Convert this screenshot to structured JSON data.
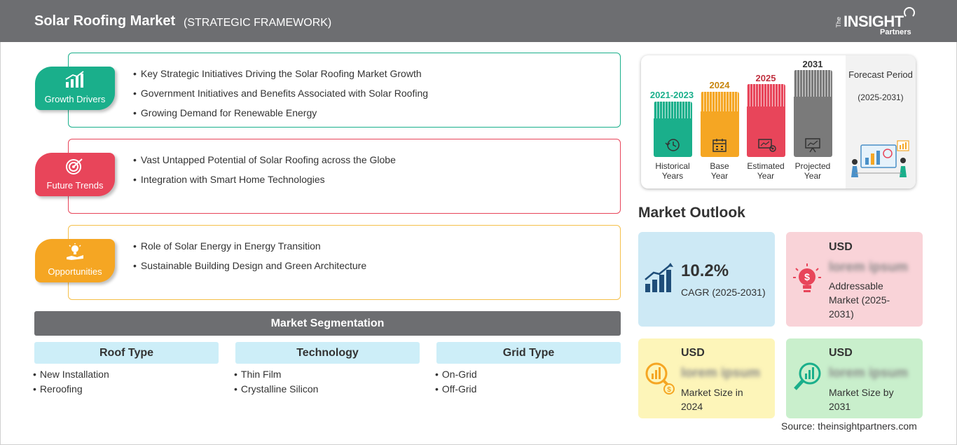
{
  "header": {
    "title": "Solar Roofing Market",
    "subtitle": "(STRATEGIC FRAMEWORK)",
    "logo": {
      "the": "The",
      "insight": "INSIGHT",
      "partners": "Partners"
    }
  },
  "drivers": {
    "growth": {
      "label": "Growth Drivers",
      "color": "#1aaf8b",
      "items": [
        "Key Strategic Initiatives Driving the Solar Roofing Market Growth",
        "Government Initiatives and Benefits Associated with Solar Roofing",
        "Growing Demand for Renewable Energy"
      ]
    },
    "trends": {
      "label": "Future Trends",
      "color": "#e8455a",
      "items": [
        "Vast Untapped Potential of Solar Roofing across the Globe",
        "Integration with Smart Home Technologies"
      ]
    },
    "opportunities": {
      "label": "Opportunities",
      "color": "#f5a623",
      "items": [
        "Role of Solar Energy in Energy Transition",
        "Sustainable Building Design and Green Architecture"
      ]
    }
  },
  "segmentation": {
    "title": "Market Segmentation",
    "columns": [
      {
        "heading": "Roof Type",
        "items": [
          "New Installation",
          "Reroofing"
        ]
      },
      {
        "heading": "Technology",
        "items": [
          "Thin Film",
          "Crystalline Silicon"
        ]
      },
      {
        "heading": "Grid Type",
        "items": [
          "On-Grid",
          "Off-Grid"
        ]
      }
    ]
  },
  "timeline": {
    "periods": [
      {
        "year": "2021-2023",
        "label1": "Historical",
        "label2": "Years",
        "color": "#1aaf8b"
      },
      {
        "year": "2024",
        "label1": "Base",
        "label2": "Year",
        "color": "#f5a623"
      },
      {
        "year": "2025",
        "label1": "Estimated",
        "label2": "Year",
        "color": "#e8455a"
      },
      {
        "year": "2031",
        "label1": "Projected",
        "label2": "Year",
        "color": "#7a7a7a"
      }
    ],
    "forecast_label": "Forecast Period",
    "forecast_period": "(2025-2031)"
  },
  "outlook": {
    "title": "Market Outlook",
    "cagr": {
      "value": "10.2%",
      "label": "CAGR (2025-2031)",
      "bg": "#cde9f5"
    },
    "addressable": {
      "currency": "USD",
      "value": "lorem ipsum",
      "label": "Addressable Market (2025-2031)",
      "bg": "#f9d3d8"
    },
    "size2024": {
      "currency": "USD",
      "value": "lorem ipsum",
      "label": "Market Size in 2024",
      "bg": "#fdf5b9"
    },
    "size2031": {
      "currency": "USD",
      "value": "lorem ipsum",
      "label": "Market Size by 2031",
      "bg": "#c9efcc"
    }
  },
  "source": "Source: theinsightpartners.com"
}
